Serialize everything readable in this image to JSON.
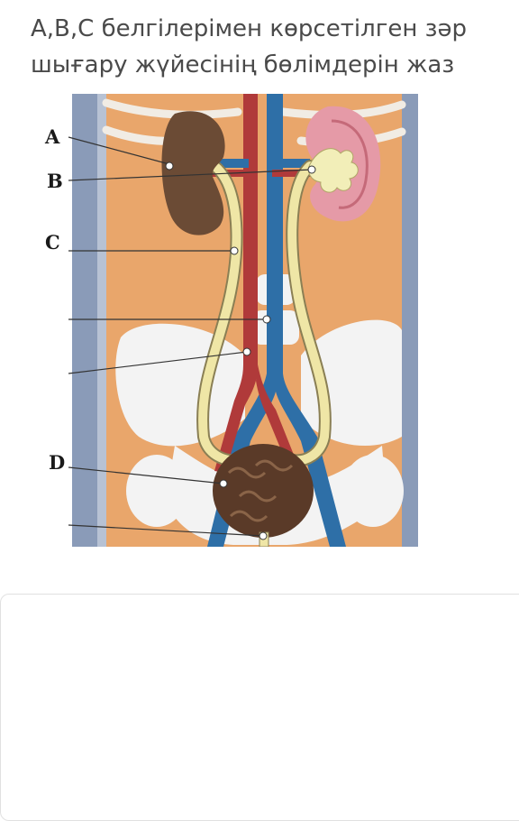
{
  "question": {
    "text": "A,B,C белгілерімен көрсетілген зәр шығару жүйесінің бөлімдерін жаз"
  },
  "figure": {
    "labels": {
      "a": "A",
      "b": "B",
      "c": "C",
      "d": "D"
    },
    "parts": [
      "kidney",
      "renal-artery",
      "renal-vein",
      "ureter",
      "aorta",
      "vena-cava",
      "bladder",
      "urethra"
    ]
  },
  "colors": {
    "skin": "#e9a66b",
    "bone": "#f3f3f3",
    "side": "#8a9bb8",
    "vein": "#2e6fa7",
    "artery": "#b03a3a",
    "ureter": "#efe6a6",
    "kidney_dark": "#6b4b35",
    "kidney_pink": "#e59aa7",
    "bladder": "#5a3a28"
  },
  "answer": {
    "value": ""
  }
}
